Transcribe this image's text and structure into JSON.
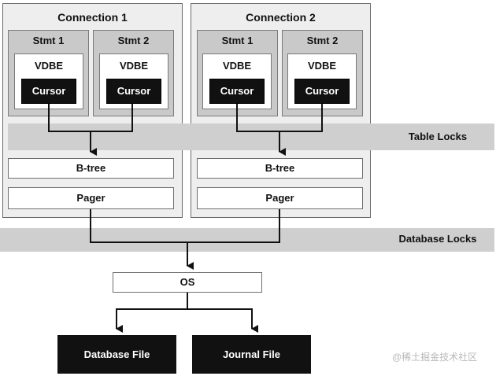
{
  "connections": [
    {
      "title": "Connection 1",
      "statements": [
        {
          "label": "Stmt 1",
          "vdbe": "VDBE",
          "cursor": "Cursor"
        },
        {
          "label": "Stmt 2",
          "vdbe": "VDBE",
          "cursor": "Cursor"
        }
      ],
      "btree": "B-tree",
      "pager": "Pager"
    },
    {
      "title": "Connection 2",
      "statements": [
        {
          "label": "Stmt 1",
          "vdbe": "VDBE",
          "cursor": "Cursor"
        },
        {
          "label": "Stmt 2",
          "vdbe": "VDBE",
          "cursor": "Cursor"
        }
      ],
      "btree": "B-tree",
      "pager": "Pager"
    }
  ],
  "locks": {
    "table": "Table Locks",
    "database": "Database Locks"
  },
  "os": "OS",
  "files": {
    "database": "Database File",
    "journal": "Journal File"
  },
  "watermark": "@稀土掘金技术社区"
}
